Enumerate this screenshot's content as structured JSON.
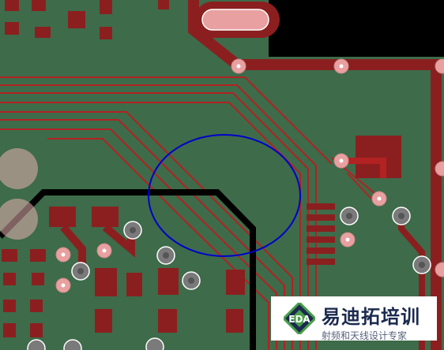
{
  "watermark": {
    "badge_text": "EDA",
    "brand_text": "易迪拓培训",
    "tagline_text": "射频和天线设计专家",
    "badge_green": "#4a9e4a",
    "badge_dark": "#1b2a4e"
  },
  "colors": {
    "board_fill": "#3e6b4a",
    "copper": "#b22222",
    "copper_dim": "#8b1f1f",
    "outline": "#000000",
    "highlight_circle": "#0000cc",
    "via_fill": "#e8a0a0",
    "drill_fill": "#555555"
  }
}
